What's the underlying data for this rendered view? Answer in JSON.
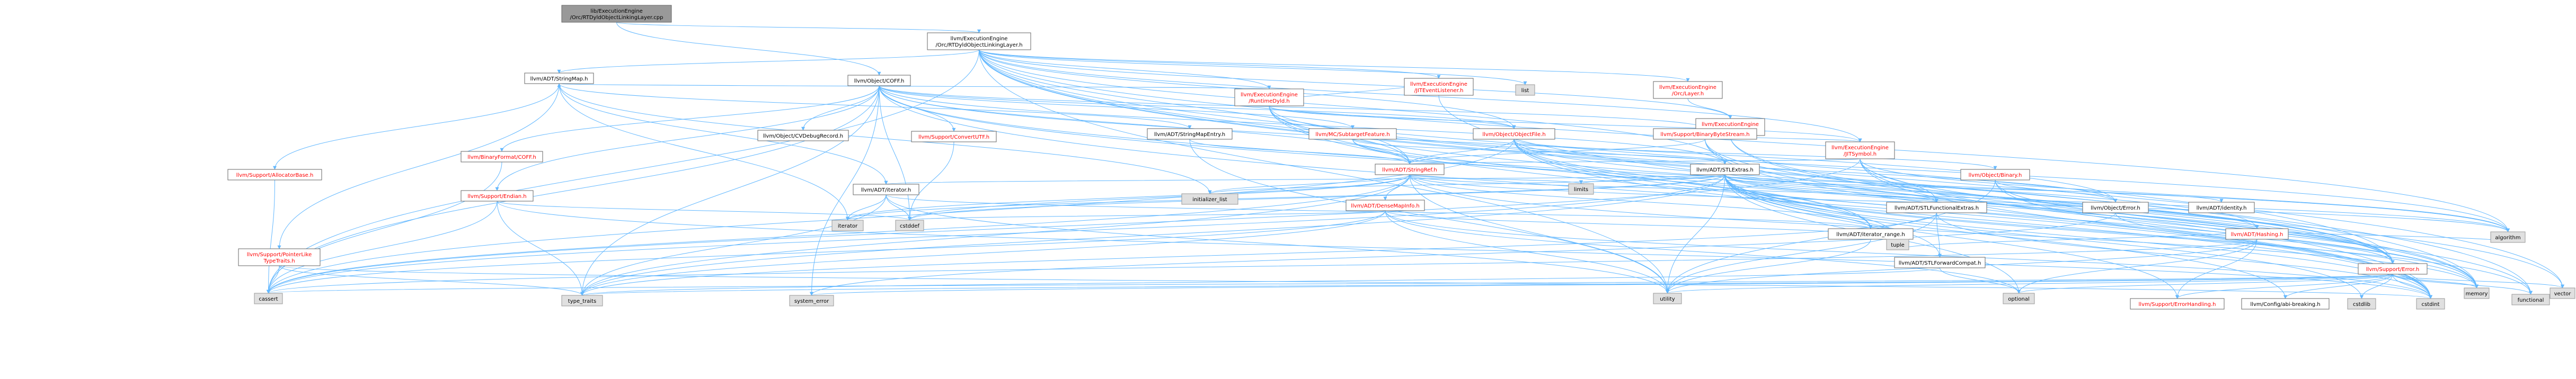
{
  "colors": {
    "root_fill": "#999999",
    "root_stroke": "#666666",
    "normal_fill": "#ffffff",
    "normal_stroke": "#666666",
    "sys_fill": "#e0e0e0",
    "sys_stroke": "#999999",
    "red_text": "#ff0000",
    "black_text": "#000000",
    "edge": "#63b8ff"
  },
  "nodes": [
    {
      "id": "root",
      "lines": [
        "lib/ExecutionEngine",
        "/Orc/RTDyldObjectLinkingLayer.cpp"
      ],
      "kind": "root"
    },
    {
      "id": "rtdyld_hdr",
      "lines": [
        "llvm/ExecutionEngine",
        "/Orc/RTDyldObjectLinkingLayer.h"
      ],
      "kind": "normal"
    },
    {
      "id": "stringmap",
      "lines": [
        "llvm/ADT/StringMap.h"
      ],
      "kind": "normal"
    },
    {
      "id": "coff",
      "lines": [
        "llvm/Object/COFF.h"
      ],
      "kind": "normal"
    },
    {
      "id": "jitevent",
      "lines": [
        "llvm/ExecutionEngine",
        "/JITEventListener.h"
      ],
      "kind": "red"
    },
    {
      "id": "runtimedyld",
      "lines": [
        "llvm/ExecutionEngine",
        "/RuntimeDyld.h"
      ],
      "kind": "red"
    },
    {
      "id": "list",
      "lines": [
        "list"
      ],
      "kind": "sys"
    },
    {
      "id": "orclayer",
      "lines": [
        "llvm/ExecutionEngine",
        "/Orc/Layer.h"
      ],
      "kind": "red"
    },
    {
      "id": "orccore",
      "lines": [
        "llvm/ExecutionEngine",
        "/Orc/Core.h"
      ],
      "kind": "red"
    },
    {
      "id": "allocbase",
      "lines": [
        "llvm/Support/AllocatorBase.h"
      ],
      "kind": "red"
    },
    {
      "id": "ptrlike",
      "lines": [
        "llvm/Support/PointerLike",
        "TypeTraits.h"
      ],
      "kind": "red"
    },
    {
      "id": "binfmt",
      "lines": [
        "llvm/BinaryFormat/COFF.h"
      ],
      "kind": "red"
    },
    {
      "id": "cvdebug",
      "lines": [
        "llvm/Object/CVDebugRecord.h"
      ],
      "kind": "normal"
    },
    {
      "id": "convertutf",
      "lines": [
        "llvm/Support/ConvertUTF.h"
      ],
      "kind": "red"
    },
    {
      "id": "strmapentry",
      "lines": [
        "llvm/ADT/StringMapEntry.h"
      ],
      "kind": "normal"
    },
    {
      "id": "mcsubtarget",
      "lines": [
        "llvm/MC/SubtargetFeature.h"
      ],
      "kind": "red"
    },
    {
      "id": "objfile",
      "lines": [
        "llvm/Object/ObjectFile.h"
      ],
      "kind": "red"
    },
    {
      "id": "bytestream",
      "lines": [
        "llvm/Support/BinaryByteStream.h"
      ],
      "kind": "red"
    },
    {
      "id": "jitsymbol",
      "lines": [
        "llvm/ExecutionEngine",
        "/JITSymbol.h"
      ],
      "kind": "red"
    },
    {
      "id": "endian",
      "lines": [
        "llvm/Support/Endian.h"
      ],
      "kind": "red"
    },
    {
      "id": "iterator_h",
      "lines": [
        "llvm/ADT/iterator.h"
      ],
      "kind": "normal"
    },
    {
      "id": "initlist",
      "lines": [
        "initializer_list"
      ],
      "kind": "sys"
    },
    {
      "id": "stringref",
      "lines": [
        "llvm/ADT/StringRef.h"
      ],
      "kind": "red"
    },
    {
      "id": "densemapinfo",
      "lines": [
        "llvm/ADT/DenseMapInfo.h"
      ],
      "kind": "red"
    },
    {
      "id": "limits",
      "lines": [
        "limits"
      ],
      "kind": "sys"
    },
    {
      "id": "stlextras",
      "lines": [
        "llvm/ADT/STLExtras.h"
      ],
      "kind": "normal"
    },
    {
      "id": "objbinary",
      "lines": [
        "llvm/Object/Binary.h"
      ],
      "kind": "red"
    },
    {
      "id": "stlfunc",
      "lines": [
        "llvm/ADT/STLFunctionalExtras.h"
      ],
      "kind": "normal"
    },
    {
      "id": "objerror",
      "lines": [
        "llvm/Object/Error.h"
      ],
      "kind": "normal"
    },
    {
      "id": "adtidentity",
      "lines": [
        "llvm/ADT/identity.h"
      ],
      "kind": "normal"
    },
    {
      "id": "hashing",
      "lines": [
        "llvm/ADT/Hashing.h"
      ],
      "kind": "red"
    },
    {
      "id": "iterator_sys",
      "lines": [
        "iterator"
      ],
      "kind": "sys"
    },
    {
      "id": "cstddef",
      "lines": [
        "cstddef"
      ],
      "kind": "sys"
    },
    {
      "id": "iterrange",
      "lines": [
        "llvm/ADT/iterator_range.h"
      ],
      "kind": "normal"
    },
    {
      "id": "stlforward",
      "lines": [
        "llvm/ADT/STLForwardCompat.h"
      ],
      "kind": "normal"
    },
    {
      "id": "tuple",
      "lines": [
        "tuple"
      ],
      "kind": "sys"
    },
    {
      "id": "algorithm",
      "lines": [
        "algorithm"
      ],
      "kind": "sys"
    },
    {
      "id": "supporterror",
      "lines": [
        "llvm/Support/Error.h"
      ],
      "kind": "red"
    },
    {
      "id": "cassert",
      "lines": [
        "cassert"
      ],
      "kind": "sys"
    },
    {
      "id": "typetraits",
      "lines": [
        "type_traits"
      ],
      "kind": "sys"
    },
    {
      "id": "systemerror",
      "lines": [
        "system_error"
      ],
      "kind": "sys"
    },
    {
      "id": "utility",
      "lines": [
        "utility"
      ],
      "kind": "sys"
    },
    {
      "id": "optional",
      "lines": [
        "optional"
      ],
      "kind": "sys"
    },
    {
      "id": "errhandling",
      "lines": [
        "llvm/Support/ErrorHandling.h"
      ],
      "kind": "red"
    },
    {
      "id": "abibreaking",
      "lines": [
        "llvm/Config/abi-breaking.h"
      ],
      "kind": "normal"
    },
    {
      "id": "cstdlib",
      "lines": [
        "cstdlib"
      ],
      "kind": "sys"
    },
    {
      "id": "cstdint",
      "lines": [
        "cstdint"
      ],
      "kind": "sys"
    },
    {
      "id": "memory",
      "lines": [
        "memory"
      ],
      "kind": "sys"
    },
    {
      "id": "functional",
      "lines": [
        "functional"
      ],
      "kind": "sys"
    },
    {
      "id": "vector",
      "lines": [
        "vector"
      ],
      "kind": "sys"
    }
  ],
  "edges": [
    [
      "root",
      "rtdyld_hdr"
    ],
    [
      "root",
      "coff"
    ],
    [
      "rtdyld_hdr",
      "stringmap"
    ],
    [
      "rtdyld_hdr",
      "jitevent"
    ],
    [
      "rtdyld_hdr",
      "runtimedyld"
    ],
    [
      "rtdyld_hdr",
      "list"
    ],
    [
      "rtdyld_hdr",
      "orclayer"
    ],
    [
      "rtdyld_hdr",
      "orccore"
    ],
    [
      "rtdyld_hdr",
      "jitsymbol"
    ],
    [
      "rtdyld_hdr",
      "objfile"
    ],
    [
      "rtdyld_hdr",
      "stlextras"
    ],
    [
      "rtdyld_hdr",
      "stringref"
    ],
    [
      "rtdyld_hdr",
      "supporterror"
    ],
    [
      "rtdyld_hdr",
      "cassert"
    ],
    [
      "rtdyld_hdr",
      "algorithm"
    ],
    [
      "rtdyld_hdr",
      "functional"
    ],
    [
      "rtdyld_hdr",
      "memory"
    ],
    [
      "rtdyld_hdr",
      "utility"
    ],
    [
      "rtdyld_hdr",
      "vector"
    ],
    [
      "stringmap",
      "allocbase"
    ],
    [
      "stringmap",
      "ptrlike"
    ],
    [
      "stringmap",
      "strmapentry"
    ],
    [
      "stringmap",
      "iterator_h"
    ],
    [
      "stringmap",
      "initlist"
    ],
    [
      "stringmap",
      "iterator_sys"
    ],
    [
      "coff",
      "binfmt"
    ],
    [
      "coff",
      "cvdebug"
    ],
    [
      "coff",
      "convertutf"
    ],
    [
      "coff",
      "mcsubtarget"
    ],
    [
      "coff",
      "objfile"
    ],
    [
      "coff",
      "bytestream"
    ],
    [
      "coff",
      "endian"
    ],
    [
      "coff",
      "stringref"
    ],
    [
      "coff",
      "objerror"
    ],
    [
      "coff",
      "stlextras"
    ],
    [
      "coff",
      "iterrange"
    ],
    [
      "coff",
      "supporterror"
    ],
    [
      "coff",
      "cassert"
    ],
    [
      "coff",
      "cstddef"
    ],
    [
      "coff",
      "cstdint"
    ],
    [
      "coff",
      "systemerror"
    ],
    [
      "coff",
      "typetraits"
    ],
    [
      "jitevent",
      "runtimedyld"
    ],
    [
      "jitevent",
      "cstdint"
    ],
    [
      "runtimedyld",
      "jitsymbol"
    ],
    [
      "runtimedyld",
      "stringmap"
    ],
    [
      "runtimedyld",
      "objfile"
    ],
    [
      "runtimedyld",
      "supporterror"
    ],
    [
      "runtimedyld",
      "stringref"
    ],
    [
      "runtimedyld",
      "cstdint"
    ],
    [
      "runtimedyld",
      "memory"
    ],
    [
      "runtimedyld",
      "algorithm"
    ],
    [
      "runtimedyld",
      "map"
    ],
    [
      "runtimedyld",
      "string"
    ],
    [
      "runtimedyld",
      "system_error"
    ],
    [
      "orclayer",
      "orccore"
    ],
    [
      "orccore",
      "jitsymbol"
    ],
    [
      "orccore",
      "vector"
    ],
    [
      "orccore",
      "memory"
    ],
    [
      "allocbase",
      "cassert"
    ],
    [
      "ptrlike",
      "cassert"
    ],
    [
      "ptrlike",
      "cstdint"
    ],
    [
      "ptrlike",
      "typetraits"
    ],
    [
      "binfmt",
      "cassert"
    ],
    [
      "convertutf",
      "cstddef"
    ],
    [
      "strmapentry",
      "stringref"
    ],
    [
      "strmapentry",
      "utility"
    ],
    [
      "mcsubtarget",
      "stringref"
    ],
    [
      "mcsubtarget",
      "stlextras"
    ],
    [
      "mcsubtarget",
      "algorithm"
    ],
    [
      "objfile",
      "stringref"
    ],
    [
      "objfile",
      "objbinary"
    ],
    [
      "objfile",
      "objerror"
    ],
    [
      "objfile",
      "hashing"
    ],
    [
      "objfile",
      "iterrange"
    ],
    [
      "objfile",
      "supporterror"
    ],
    [
      "objfile",
      "cassert"
    ],
    [
      "objfile",
      "cstdint"
    ],
    [
      "objfile",
      "memory"
    ],
    [
      "objfile",
      "system_error"
    ],
    [
      "bytestream",
      "stringref"
    ],
    [
      "bytestream",
      "supporterror"
    ],
    [
      "bytestream",
      "memory"
    ],
    [
      "bytestream",
      "cstdint"
    ],
    [
      "jitsymbol",
      "stringref"
    ],
    [
      "jitsymbol",
      "stlfunc"
    ],
    [
      "jitsymbol",
      "supporterror"
    ],
    [
      "jitsymbol",
      "cstdint"
    ],
    [
      "jitsymbol",
      "functional"
    ],
    [
      "jitsymbol",
      "cassert"
    ],
    [
      "jitsymbol",
      "algorithm"
    ],
    [
      "endian",
      "cassert"
    ],
    [
      "endian",
      "cstddef"
    ],
    [
      "endian",
      "cstdint"
    ],
    [
      "endian",
      "typetraits"
    ],
    [
      "iterator_h",
      "iterrange"
    ],
    [
      "iterator_h",
      "cstddef"
    ],
    [
      "iterator_h",
      "iterator_sys"
    ],
    [
      "iterator_h",
      "typetraits"
    ],
    [
      "iterator_h",
      "utility"
    ],
    [
      "stringref",
      "densemapinfo"
    ],
    [
      "stringref",
      "iterrange"
    ],
    [
      "stringref",
      "stlfunc"
    ],
    [
      "stringref",
      "cstddef"
    ],
    [
      "stringref",
      "limits"
    ],
    [
      "stringref",
      "typetraits"
    ],
    [
      "stringref",
      "utility"
    ],
    [
      "stringref",
      "algorithm"
    ],
    [
      "stringref",
      "cassert"
    ],
    [
      "stringref",
      "initlist"
    ],
    [
      "stringref",
      "iterator_sys"
    ],
    [
      "stringref",
      "memory"
    ],
    [
      "densemapinfo",
      "cassert"
    ],
    [
      "densemapinfo",
      "cstddef"
    ],
    [
      "densemapinfo",
      "cstdint"
    ],
    [
      "densemapinfo",
      "tuple"
    ],
    [
      "densemapinfo",
      "typetraits"
    ],
    [
      "densemapinfo",
      "utility"
    ],
    [
      "densemapinfo",
      "optional"
    ],
    [
      "stlextras",
      "stlforward"
    ],
    [
      "stlextras",
      "stlfunc"
    ],
    [
      "stlextras",
      "adtidentity"
    ],
    [
      "stlextras",
      "hashing"
    ],
    [
      "stlextras",
      "iterator_h"
    ],
    [
      "stlextras",
      "iterrange"
    ],
    [
      "stlextras",
      "errhandling"
    ],
    [
      "stlextras",
      "abibreaking"
    ],
    [
      "stlextras",
      "algorithm"
    ],
    [
      "stlextras",
      "cassert"
    ],
    [
      "stlextras",
      "cstddef"
    ],
    [
      "stlextras",
      "cstdint"
    ],
    [
      "stlextras",
      "cstdlib"
    ],
    [
      "stlextras",
      "functional"
    ],
    [
      "stlextras",
      "initlist"
    ],
    [
      "stlextras",
      "iterator_sys"
    ],
    [
      "stlextras",
      "limits"
    ],
    [
      "stlextras",
      "memory"
    ],
    [
      "stlextras",
      "optional"
    ],
    [
      "stlextras",
      "tuple"
    ],
    [
      "stlextras",
      "typetraits"
    ],
    [
      "stlextras",
      "utility"
    ],
    [
      "objbinary",
      "supporterror"
    ],
    [
      "objbinary",
      "memory"
    ],
    [
      "objbinary",
      "utility"
    ],
    [
      "objbinary",
      "objerror"
    ],
    [
      "stlfunc",
      "stlforward"
    ],
    [
      "stlfunc",
      "cstdint"
    ],
    [
      "stlfunc",
      "typetraits"
    ],
    [
      "stlfunc",
      "utility"
    ],
    [
      "objerror",
      "supporterror"
    ],
    [
      "objerror",
      "systemerror"
    ],
    [
      "hashing",
      "errhandling"
    ],
    [
      "hashing",
      "algorithm"
    ],
    [
      "hashing",
      "cassert"
    ],
    [
      "hashing",
      "cstring"
    ],
    [
      "hashing",
      "optional"
    ],
    [
      "hashing",
      "tuple"
    ],
    [
      "hashing",
      "utility"
    ],
    [
      "iterrange",
      "utility"
    ],
    [
      "stlforward",
      "optional"
    ],
    [
      "stlforward",
      "typetraits"
    ],
    [
      "supporterror",
      "abibreaking"
    ],
    [
      "supporterror",
      "errhandling"
    ],
    [
      "supporterror",
      "cassert"
    ],
    [
      "supporterror",
      "cstdint"
    ],
    [
      "supporterror",
      "cstdlib"
    ],
    [
      "supporterror",
      "functional"
    ],
    [
      "supporterror",
      "memory"
    ],
    [
      "supporterror",
      "optional"
    ],
    [
      "supporterror",
      "systemerror"
    ],
    [
      "supporterror",
      "typetraits"
    ],
    [
      "supporterror",
      "utility"
    ],
    [
      "supporterror",
      "vector"
    ]
  ]
}
